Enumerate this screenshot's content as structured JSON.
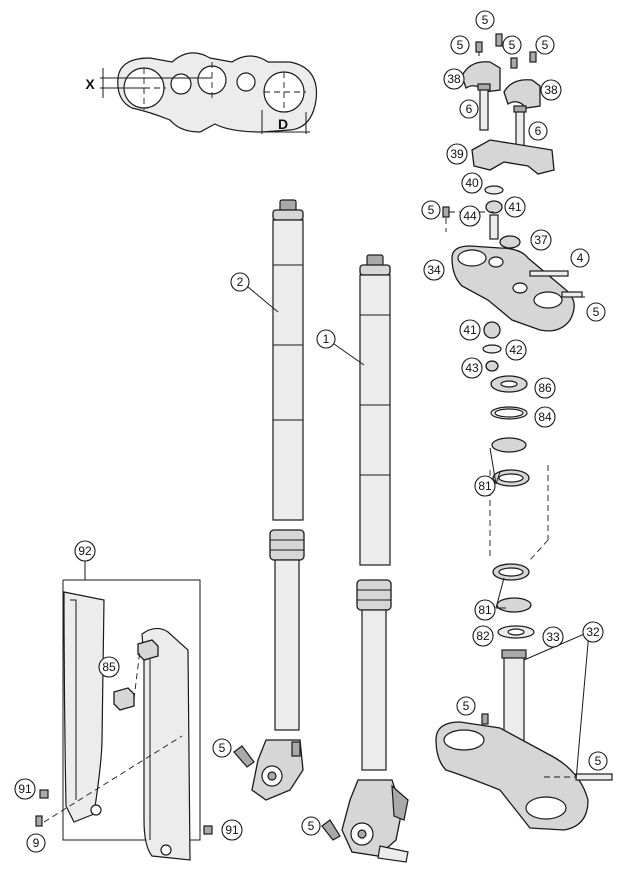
{
  "dimension_labels": {
    "offset": "X",
    "distance": "D"
  },
  "callouts": {
    "c1": "1",
    "c2": "2",
    "c5a": "5",
    "c5b": "5",
    "c5c": "5",
    "c5d": "5",
    "c5e": "5",
    "c5f": "5",
    "c5g": "5",
    "c5h": "5",
    "c5i": "5",
    "c5j": "5",
    "c6a": "6",
    "c6b": "6",
    "c38a": "38",
    "c38b": "38",
    "c39": "39",
    "c40": "40",
    "c41a": "41",
    "c41b": "41",
    "c44": "44",
    "c37": "37",
    "c4": "4",
    "c34": "34",
    "c42": "42",
    "c43": "43",
    "c86": "86",
    "c84": "84",
    "c81a": "81",
    "c81b": "81",
    "c82": "82",
    "c32": "32",
    "c33": "33",
    "c92": "92",
    "c85": "85",
    "c91a": "91",
    "c91b": "91",
    "c9": "9"
  }
}
